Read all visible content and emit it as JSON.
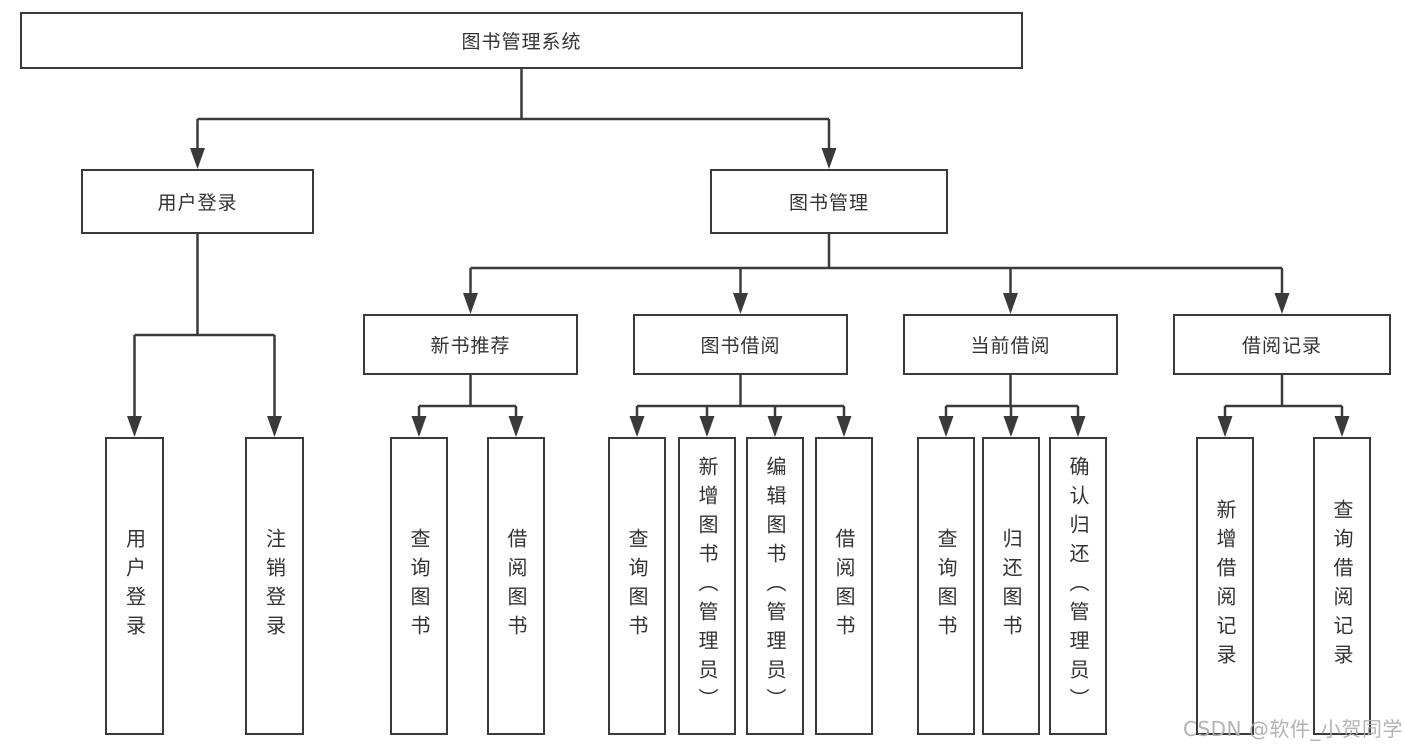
{
  "diagram": {
    "title": "图书管理系统",
    "root": {
      "label": "图书管理系统"
    },
    "level2": [
      {
        "label": "用户登录"
      },
      {
        "label": "图书管理"
      }
    ],
    "level3": [
      {
        "label": "新书推荐"
      },
      {
        "label": "图书借阅"
      },
      {
        "label": "当前借阅"
      },
      {
        "label": "借阅记录"
      }
    ],
    "leaves": {
      "user_login_group": [
        {
          "label": "用户登录"
        },
        {
          "label": "注销登录"
        }
      ],
      "new_book_group": [
        {
          "label": "查询图书"
        },
        {
          "label": "借阅图书"
        }
      ],
      "borrow_group": [
        {
          "label": "查询图书"
        },
        {
          "label": "新增图书（管理员）"
        },
        {
          "label": "编辑图书（管理员）"
        },
        {
          "label": "借阅图书"
        }
      ],
      "current_group": [
        {
          "label": "查询图书"
        },
        {
          "label": "归还图书"
        },
        {
          "label": "确认归还（管理员）"
        }
      ],
      "records_group": [
        {
          "label": "新增借阅记录"
        },
        {
          "label": "查询借阅记录"
        }
      ]
    }
  },
  "watermark": {
    "text": "CSDN @软件_小贺同学"
  },
  "colors": {
    "line": "#3a3a3a",
    "box_border": "#3a3a3a",
    "text": "#333333",
    "background": "#ffffff",
    "watermark": "#afafaf"
  }
}
